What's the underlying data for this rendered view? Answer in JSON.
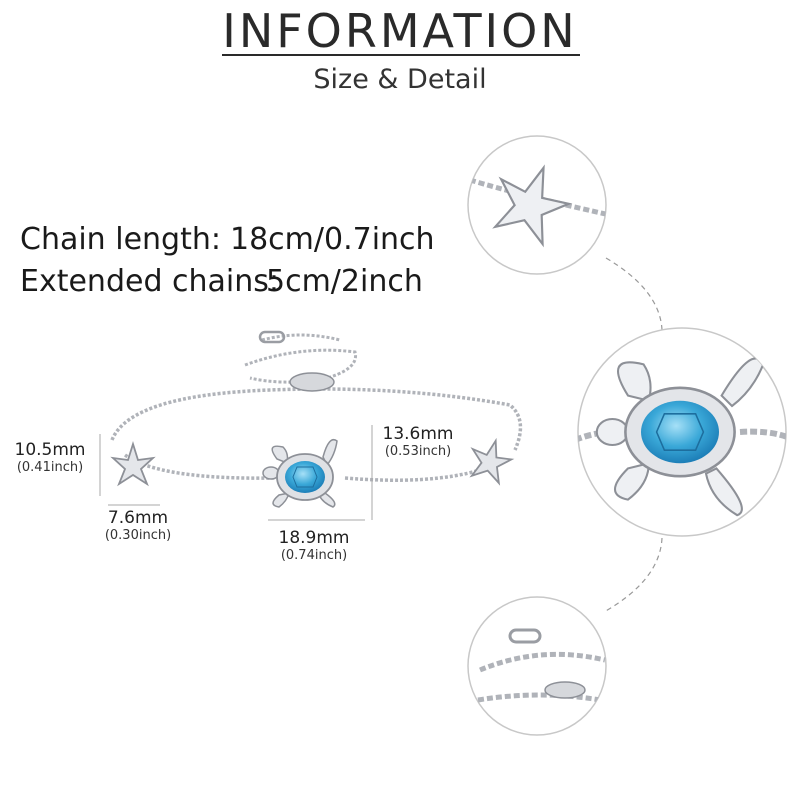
{
  "header": {
    "title": "INFORMATION",
    "subtitle": "Size & Detail"
  },
  "specs": {
    "chain_length_label": "Chain length:",
    "chain_length_value": "18cm/0.7inch",
    "extended_label": "Extended chains:",
    "extended_value": "5cm/2inch"
  },
  "dimensions": {
    "starfish_height": {
      "mm": "10.5mm",
      "inch": "(0.41inch)"
    },
    "starfish_width": {
      "mm": "7.6mm",
      "inch": "(0.30inch)"
    },
    "turtle_height": {
      "mm": "13.6mm",
      "inch": "(0.53inch)"
    },
    "turtle_width": {
      "mm": "18.9mm",
      "inch": "(0.74inch)"
    }
  },
  "colors": {
    "silver": "#b9bcc2",
    "silver_dark": "#8d9097",
    "opal_blue": "#3aa8d8",
    "opal_light": "#8fd3f0",
    "circle_outline": "#c8c8c8"
  },
  "icons": [
    "starfish-charm-icon",
    "turtle-charm-icon",
    "lobster-clasp-icon"
  ]
}
